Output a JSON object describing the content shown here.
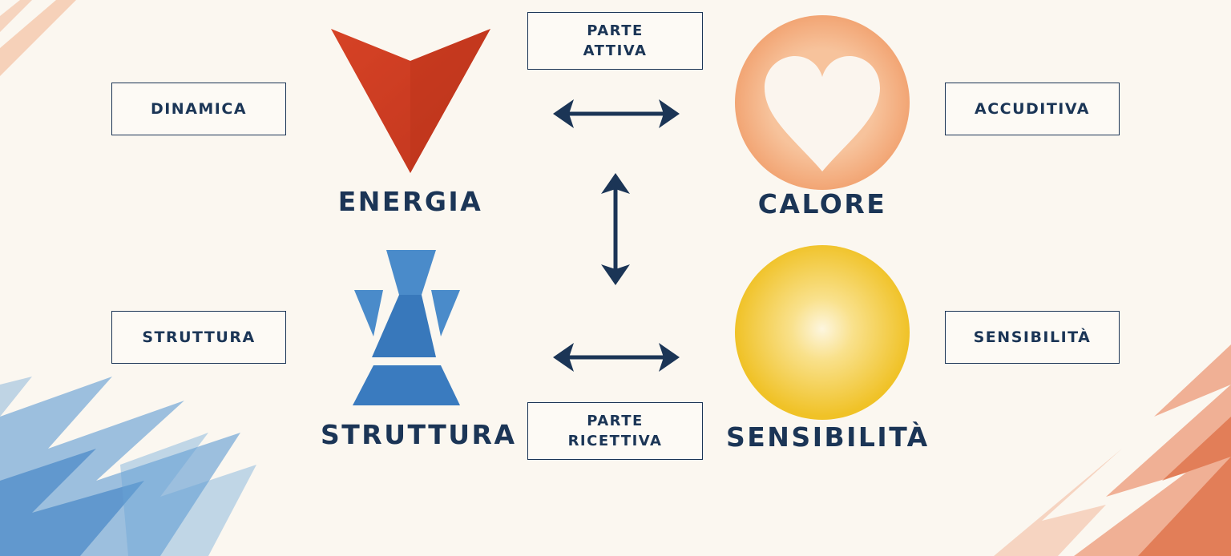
{
  "colors": {
    "navy": "#1b3556",
    "red": "#c8361c",
    "peach": "#f4b58a",
    "blue": "#3d7fc0",
    "yellow": "#f3cd36",
    "background": "#fbf7f0"
  },
  "boxes": {
    "dinamica": "DINAMICA",
    "accuditiva": "ACCUDITIVA",
    "struttura": "STRUTTURA",
    "sensibilita": "SENSIBILITÀ",
    "parte_attiva": {
      "line1": "PARTE",
      "line2": "ATTIVA"
    },
    "parte_ricettiva": {
      "line1": "PARTE",
      "line2": "RICETTIVA"
    }
  },
  "elements": {
    "energia": {
      "label": "ENERGIA",
      "icon": "red-down-triangle-icon"
    },
    "calore": {
      "label": "CALORE",
      "icon": "peach-heart-circle-icon"
    },
    "struttura": {
      "label": "STRUTTURA",
      "icon": "blue-hourglass-shape-icon"
    },
    "sensibilita": {
      "label": "SENSIBILITÀ",
      "icon": "yellow-sun-circle-icon"
    }
  },
  "arrows": [
    "top-horizontal",
    "center-vertical",
    "bottom-horizontal"
  ]
}
